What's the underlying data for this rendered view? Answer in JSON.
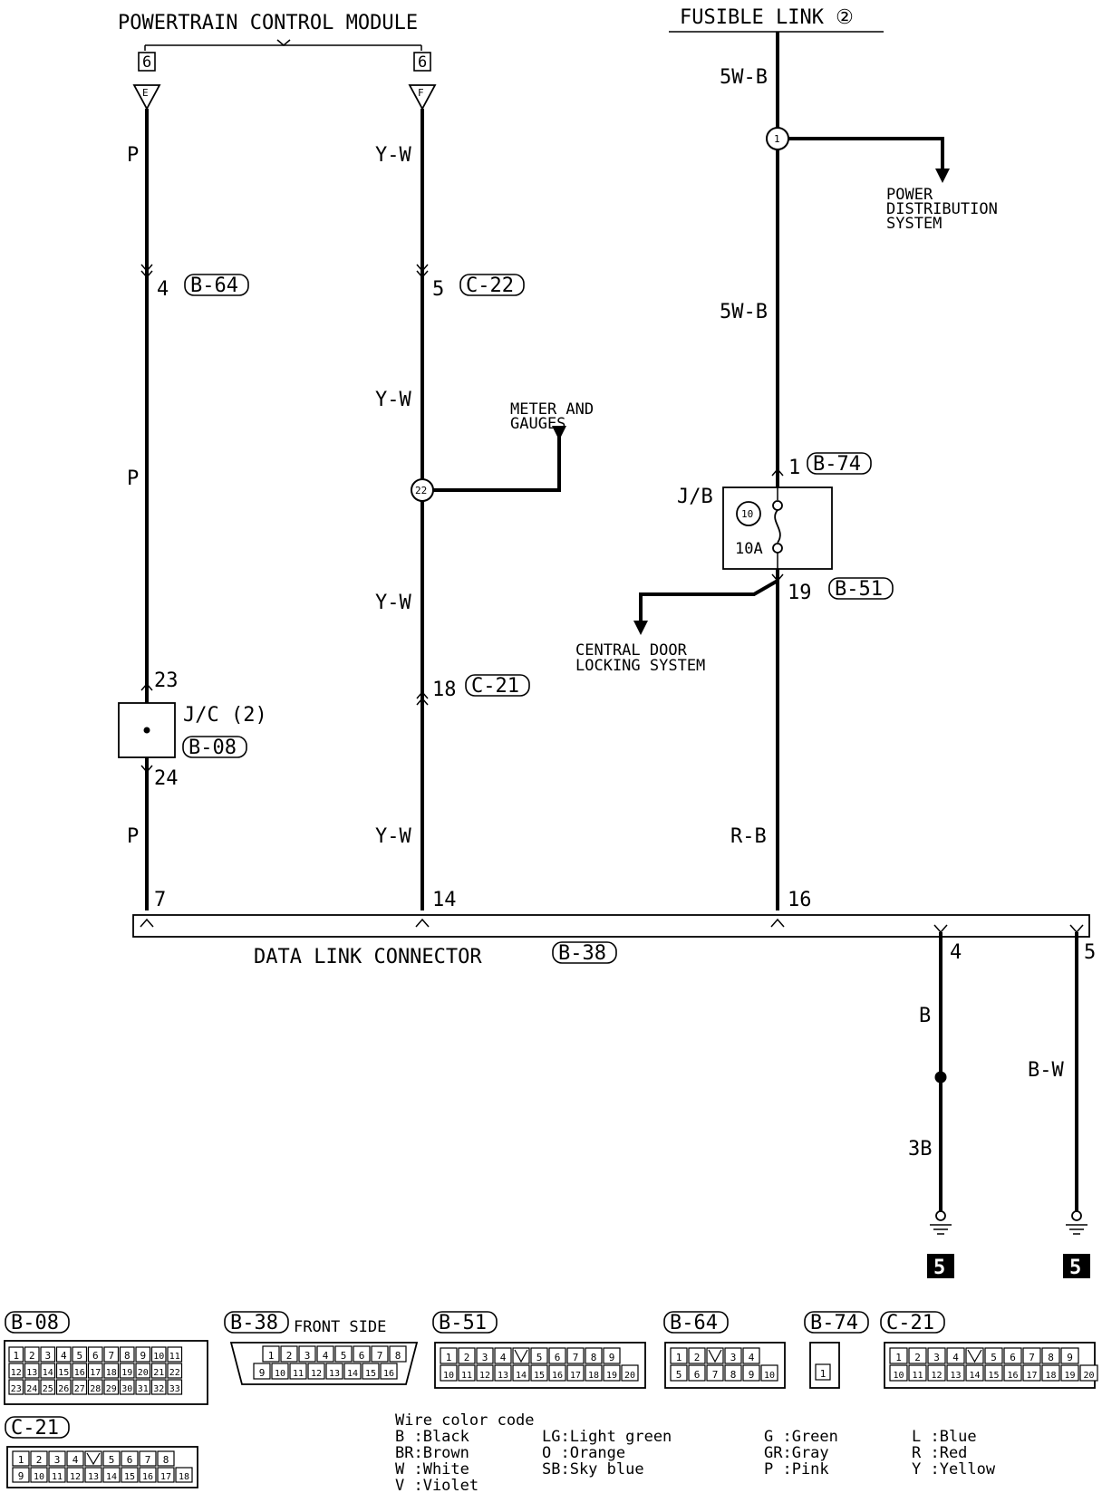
{
  "headers": {
    "pcm": "POWERTRAIN CONTROL MODULE",
    "fusible_link": "FUSIBLE LINK ②"
  },
  "pcm_tags": {
    "num_left": "6",
    "num_right": "6",
    "letter_left": "E",
    "letter_right": "F"
  },
  "wire_colors": {
    "p_1": "P",
    "p_2": "P",
    "p_3": "P",
    "yw_1": "Y-W",
    "yw_2": "Y-W",
    "yw_3": "Y-W",
    "yw_4": "Y-W",
    "w5b_1": "5W-B",
    "w5b_2": "5W-B",
    "rb": "R-B",
    "b": "B",
    "b3": "3B",
    "bw": "B-W"
  },
  "pins": {
    "p4": "4",
    "p5": "5",
    "p1": "1",
    "p19": "19",
    "p23": "23",
    "p24": "24",
    "p18": "18",
    "p7": "7",
    "p14": "14",
    "p16": "16",
    "p4b": "4",
    "p5b": "5"
  },
  "connectors": {
    "b64": "B-64",
    "c22": "C-22",
    "b74": "B-74",
    "b51": "B-51",
    "c21": "C-21",
    "b08": "B-08",
    "b38": "B-38"
  },
  "splices": {
    "s1": "1",
    "s22": "22"
  },
  "labels": {
    "power_dist_1": "POWER",
    "power_dist_2": "DISTRIBUTION",
    "power_dist_3": "SYSTEM",
    "meter_1": "METER AND",
    "meter_2": "GAUGES",
    "central_1": "CENTRAL DOOR",
    "central_2": "LOCKING SYSTEM",
    "jb": "J/B",
    "fuse_num": "10",
    "fuse_amp": "10A",
    "jc": "J/C (2)",
    "dlc": "DATA LINK CONNECTOR",
    "ground_left": "5",
    "ground_right": "5",
    "front_side": "FRONT SIDE"
  },
  "connector_views": {
    "b08": {
      "label": "B-08",
      "rows": [
        [
          "1",
          "2",
          "3",
          "4",
          "5",
          "6",
          "7",
          "8",
          "9",
          "10",
          "11"
        ],
        [
          "12",
          "13",
          "14",
          "15",
          "16",
          "17",
          "18",
          "19",
          "20",
          "21",
          "22"
        ],
        [
          "23",
          "24",
          "25",
          "26",
          "27",
          "28",
          "29",
          "30",
          "31",
          "32",
          "33"
        ]
      ]
    },
    "b38": {
      "label": "B-38",
      "rows": [
        [
          "1",
          "2",
          "3",
          "4",
          "5",
          "6",
          "7",
          "8"
        ],
        [
          "9",
          "10",
          "11",
          "12",
          "13",
          "14",
          "15",
          "16"
        ]
      ]
    },
    "b51": {
      "label": "B-51",
      "rows": [
        [
          "1",
          "2",
          "3",
          "4",
          "",
          "5",
          "6",
          "7",
          "8",
          "9"
        ],
        [
          "10",
          "11",
          "12",
          "13",
          "14",
          "15",
          "16",
          "17",
          "18",
          "19",
          "20"
        ]
      ]
    },
    "b64": {
      "label": "B-64",
      "rows": [
        [
          "1",
          "2",
          "",
          "3",
          "4"
        ],
        [
          "5",
          "6",
          "7",
          "8",
          "9",
          "10"
        ]
      ]
    },
    "b74": {
      "label": "B-74",
      "rows": [
        [
          "1"
        ]
      ]
    },
    "c21a": {
      "label": "C-21",
      "rows": [
        [
          "1",
          "2",
          "3",
          "4",
          "",
          "5",
          "6",
          "7",
          "8",
          "9"
        ],
        [
          "10",
          "11",
          "12",
          "13",
          "14",
          "15",
          "16",
          "17",
          "18",
          "19",
          "20"
        ]
      ]
    },
    "c21b": {
      "label": "C-21",
      "rows": [
        [
          "1",
          "2",
          "3",
          "4",
          "",
          "5",
          "6",
          "7",
          "8"
        ],
        [
          "9",
          "10",
          "11",
          "12",
          "13",
          "14",
          "15",
          "16",
          "17",
          "18"
        ]
      ]
    }
  },
  "legend": {
    "title": "Wire color code",
    "col1": [
      "B :Black",
      "BR:Brown",
      "W :White",
      "V :Violet"
    ],
    "col2": [
      "LG:Light green",
      "O :Orange",
      "SB:Sky blue"
    ],
    "col3": [
      "G :Green",
      "GR:Gray",
      "P :Pink"
    ],
    "col4": [
      "L :Blue",
      "R :Red",
      "Y :Yellow"
    ]
  }
}
